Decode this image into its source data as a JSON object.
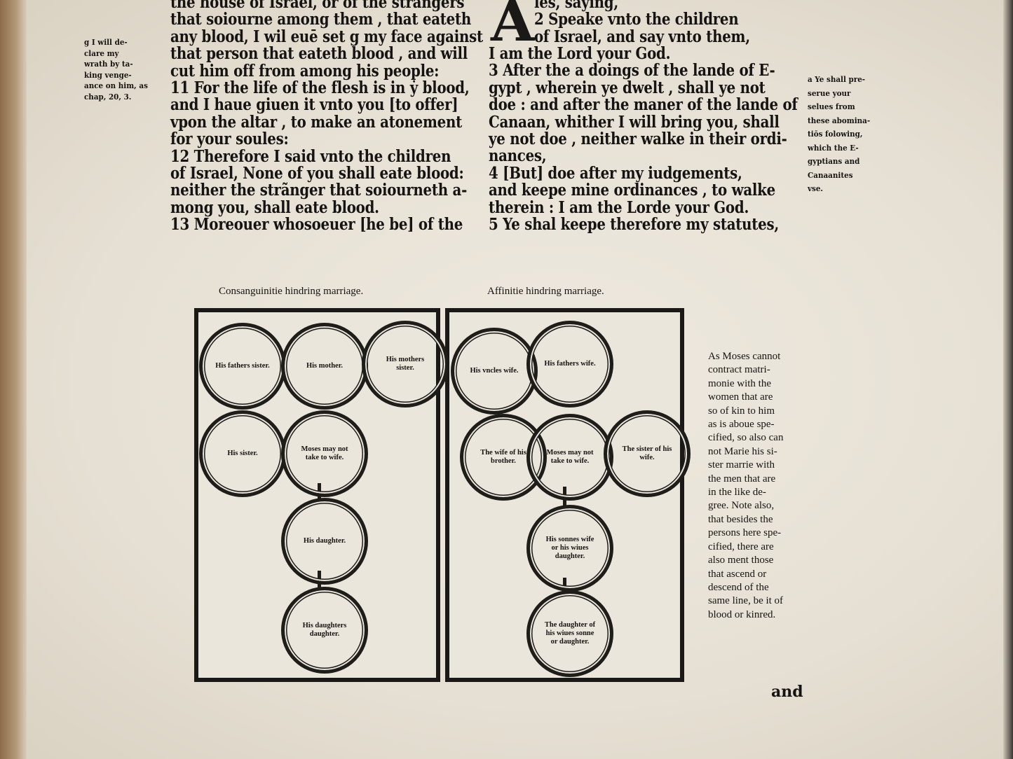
{
  "left_column": [
    "the house of Israel, or of the strangers",
    "that soiourne among them , that eateth",
    "any blood, I wil euē set g my face against",
    "that person that eateth blood , and will",
    "cut him off from among his people:",
    "  11 For the life of the flesh is in ẏ blood,",
    "and I haue giuen it vnto you [to offer]",
    "vpon the altar , to make an atonement",
    "for your soules:",
    "  12 Therefore I said vnto the children",
    "of Israel, None of you shall eate blood:",
    "neither the strãnger that soiourneth a-",
    "mong you, shall eate blood.",
    "  13 Moreouer whosoeuer [he be] of the"
  ],
  "right_column": {
    "initial": "A",
    "lines": [
      "les, saying,",
      "  2 Speake vnto the children",
      "of Israel, and say vnto them,",
      "I am the Lord your God.",
      "  3 After the a doings of the lande of E-",
      "gypt , wherein ye dwelt , shall ye not",
      "doe : and after the maner of the lande of",
      "Canaan, whither I will bring you, shall",
      "ye not doe , neither walke in their ordi-",
      "nances,",
      "  4 [But] doe after my iudgements,",
      "and keepe mine ordinances , to walke",
      "therein : I am the Lorde your God.",
      "  5 Ye shal keepe therefore my statutes,"
    ]
  },
  "margin_left": [
    "g I will de-",
    "clare my",
    "wrath by ta-",
    "king venge-",
    "ance on him, as",
    "chap, 20, 3."
  ],
  "margin_right": [
    "a Ye shall pre-",
    "serue your",
    "selues from",
    "these abomina-",
    "tiōs folowing,",
    "which the E-",
    "gyptians and",
    "Canaanites",
    "vse."
  ],
  "diagrams": {
    "consanguinity": {
      "caption": "Consanguinitie hindring marriage.",
      "circles": [
        "His fathers sister.",
        "His mother.",
        "His mothers sister.",
        "His sister.",
        "Moses may not take to wife.",
        "His daughter.",
        "His daughters daughter."
      ]
    },
    "affinity": {
      "caption": "Affinitie hindring marriage.",
      "circles": [
        "His vncles wife.",
        "His fathers wife.",
        "The wife of his brother.",
        "Moses may not take to wife.",
        "The sister of his wife.",
        "His sonnes wife or his wiues daughter.",
        "The daughter of his wiues sonne or daughter."
      ]
    }
  },
  "side_note": [
    "As Moses cannot",
    "contract matri-",
    "monie with the",
    "women that are",
    "so of kin to him",
    "as is aboue spe-",
    "cified, so also can",
    "not Marie his si-",
    "ster marrie with",
    "the men that are",
    "in the like de-",
    "gree. Note also,",
    "that besides the",
    "persons here spe-",
    "cified, there are",
    "also ment those",
    "that ascend or",
    "descend of the",
    "same line, be it of",
    "blood or kinred."
  ],
  "catchword": "and"
}
